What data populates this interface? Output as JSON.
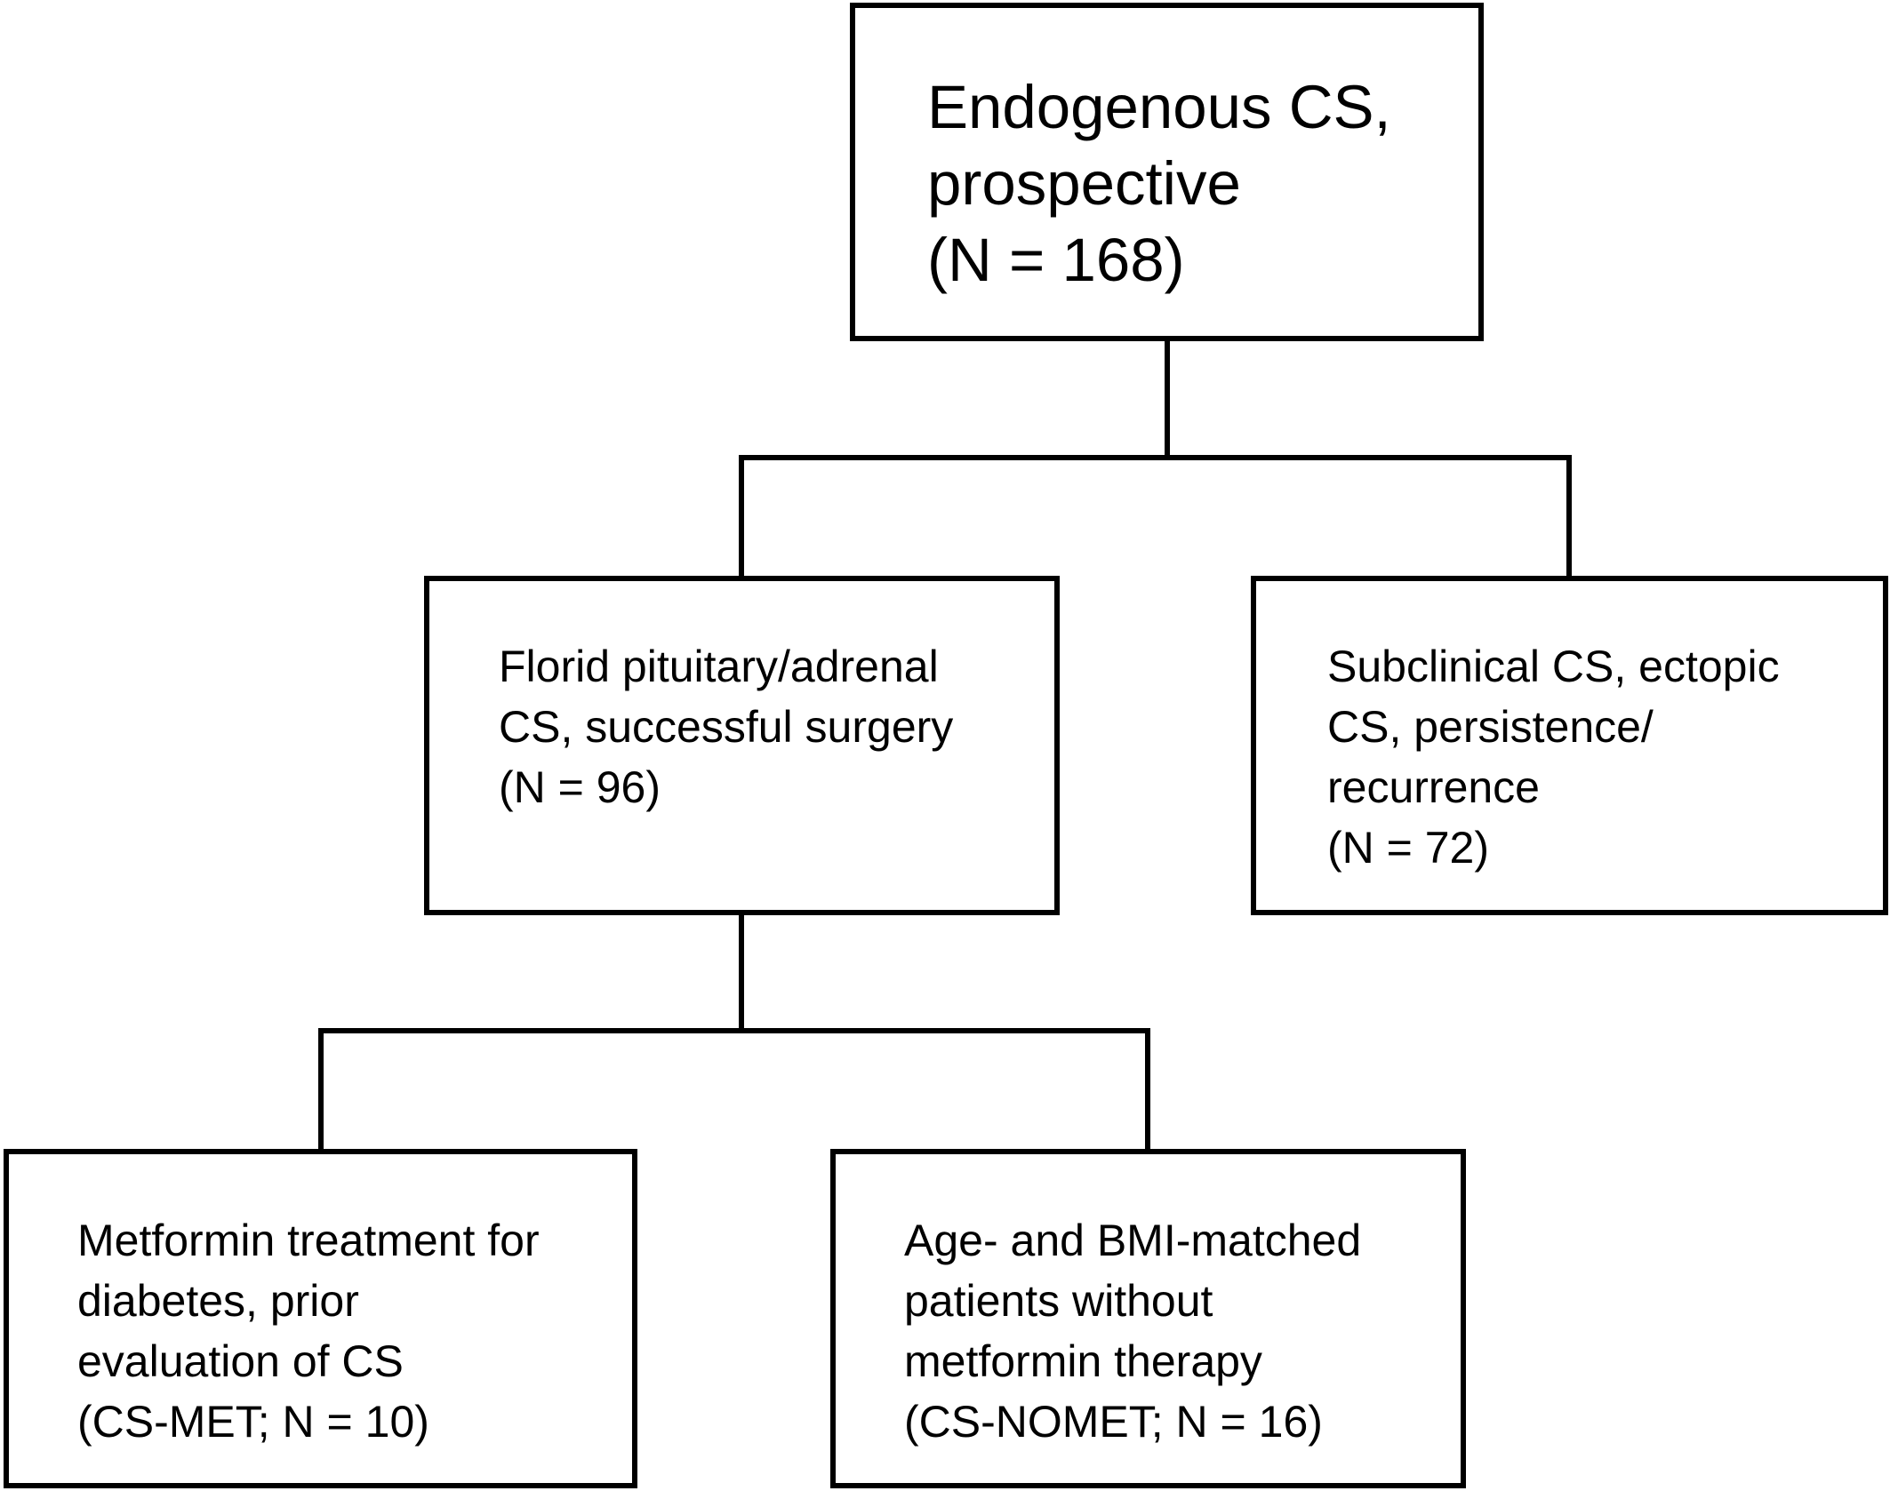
{
  "diagram": {
    "root": {
      "lines": [
        "Endogenous CS,",
        "prospective",
        "(N = 168)"
      ]
    },
    "florid": {
      "lines": [
        "Florid pituitary/adrenal",
        "CS, successful surgery",
        "(N = 96)"
      ]
    },
    "subclinical": {
      "lines": [
        "Subclinical CS, ectopic",
        "CS, persistence/",
        "recurrence",
        "(N = 72)"
      ]
    },
    "cs_met": {
      "lines": [
        "Metformin treatment for",
        "diabetes, prior",
        "evaluation of CS",
        "(CS-MET; N = 10)"
      ]
    },
    "cs_nomet": {
      "lines": [
        "Age- and BMI-matched",
        "patients without",
        "metformin therapy",
        "(CS-NOMET; N = 16)"
      ]
    }
  }
}
